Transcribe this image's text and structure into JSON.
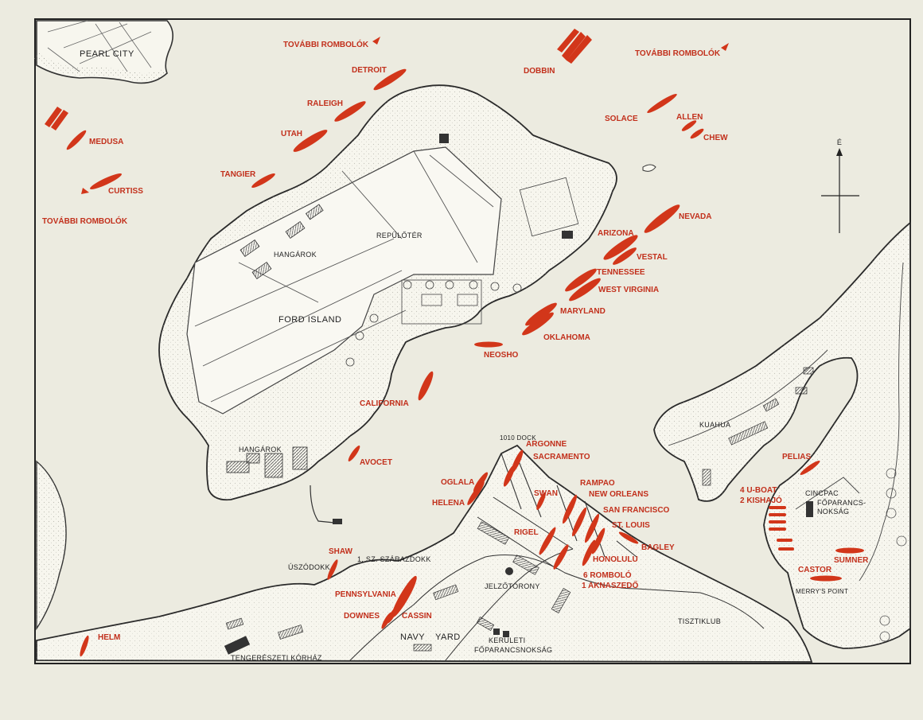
{
  "colors": {
    "ship": "#d2361a",
    "label": "#c2301c",
    "land": "#f7f6ee",
    "water": "#ecebe0",
    "ink": "#2a2a2a"
  },
  "compass": {
    "north": "É"
  },
  "places": {
    "pearl_city": "PEARL CITY",
    "ford_island": "FORD ISLAND",
    "repuloter": "REPÜLŐTÉR",
    "hangarok_1": "HANGÁROK",
    "hangarok_2": "HANGÁROK",
    "kuahua": "KUAHUA",
    "dock_1010": "1010 DOCK",
    "dry_dock": "1. SZ. SZÁRAZDOKK",
    "uszodokk": "ÚSZÓDOKK",
    "signal_tower": "JELZŐTORONY",
    "navy": "NAVY",
    "yard": "YARD",
    "district_hq_1": "KERÜLETI",
    "district_hq_2": "FŐPARANCSNOKSÁG",
    "naval_hospital": "TENGERÉSZETI KÓRHÁZ",
    "officers_club": "TISZTIKLUB",
    "merrys_point": "MERRY'S POINT",
    "cincpac_1": "CINCPAC",
    "cincpac_2": "FŐPARANCS-",
    "cincpac_3": "NOKSÁG"
  },
  "ships": {
    "tovabbi_1": "TOVÁBBI ROMBOLÓK",
    "tovabbi_2": "TOVÁBBI ROMBOLÓK",
    "tovabbi_3": "TOVÁBBI ROMBOLÓK",
    "detroit": "DETROIT",
    "raleigh": "RALEIGH",
    "utah": "UTAH",
    "tangier": "TANGIER",
    "medusa": "MEDUSA",
    "curtiss": "CURTISS",
    "dobbin": "DOBBIN",
    "solace": "SOLACE",
    "allen": "ALLEN",
    "chew": "CHEW",
    "nevada": "NEVADA",
    "arizona": "ARIZONA",
    "vestal": "VESTAL",
    "tennessee": "TENNESSEE",
    "west_virginia": "WEST VIRGINIA",
    "maryland": "MARYLAND",
    "oklahoma": "OKLAHOMA",
    "neosho": "NEOSHO",
    "california": "CALIFORNIA",
    "avocet": "AVOCET",
    "argonne": "ARGONNE",
    "sacramento": "SACRAMENTO",
    "oglala": "OGLALA",
    "helena": "HELENA",
    "swan": "SWAN",
    "rampao": "RAMPAO",
    "new_orleans": "NEW ORLEANS",
    "san_francisco": "SAN FRANCISCO",
    "st_louis": "ST. LOUIS",
    "rigel": "RIGEL",
    "bagley": "BAGLEY",
    "honolulu": "HONOLULU",
    "destroyers_1": "6 ROMBOLÓ",
    "destroyers_2": "1 AKNASZEDŐ",
    "shaw": "SHAW",
    "pennsylvania": "PENNSYLVANIA",
    "downes": "DOWNES",
    "cassin": "CASSIN",
    "helm": "HELM",
    "pelias": "PELIAS",
    "uboat_1": "4 U-BOAT",
    "uboat_2": "2 KISHAJÓ",
    "sumner": "SUMNER",
    "castor": "CASTOR"
  }
}
